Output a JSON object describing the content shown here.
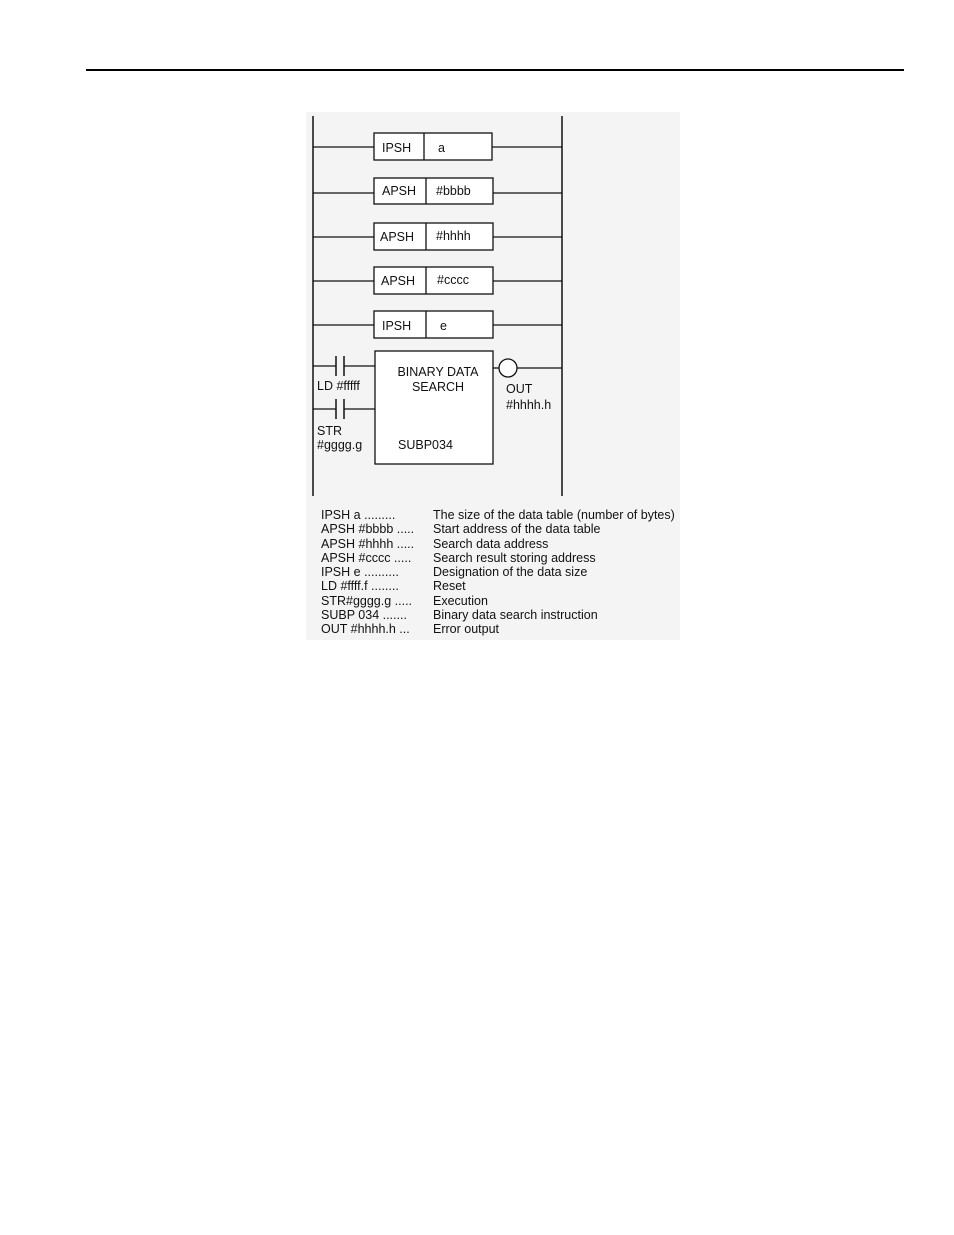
{
  "diagram": {
    "stack_instructions": [
      {
        "op": "IPSH",
        "arg": "a"
      },
      {
        "op": "APSH",
        "arg": "#bbbb"
      },
      {
        "op": "APSH",
        "arg": "#hhhh"
      },
      {
        "op": "APSH",
        "arg": "#cccc"
      },
      {
        "op": "IPSH",
        "arg": "e"
      }
    ],
    "function_block": {
      "title_line1": "BINARY DATA",
      "title_line2": "SEARCH",
      "code": "SUBP034"
    },
    "contacts": {
      "ld_label": "LD #fffff",
      "str_label_line1": "STR",
      "str_label_line2": "#gggg.g"
    },
    "output": {
      "label_line1": "OUT",
      "label_line2": "#hhhh.h"
    }
  },
  "legend": [
    {
      "key": "IPSH  a .........",
      "desc": "The size of the data table (number of bytes)"
    },
    {
      "key": "APSH #bbbb .....",
      "desc": "Start address of the data table"
    },
    {
      "key": "APSH #hhhh .....",
      "desc": "Search data address"
    },
    {
      "key": "APSH #cccc .....",
      "desc": "Search result storing address"
    },
    {
      "key": "IPSH  e ..........",
      "desc": "   Designation of the data size"
    },
    {
      "key": "LD  #ffff.f ........",
      "desc": "Reset"
    },
    {
      "key": "STR#gggg.g .....",
      "desc": "Execution"
    },
    {
      "key": "SUBP 034 .......",
      "desc": "Binary data search instruction"
    },
    {
      "key": "OUT   #hhhh.h ...",
      "desc": "Error output"
    }
  ]
}
